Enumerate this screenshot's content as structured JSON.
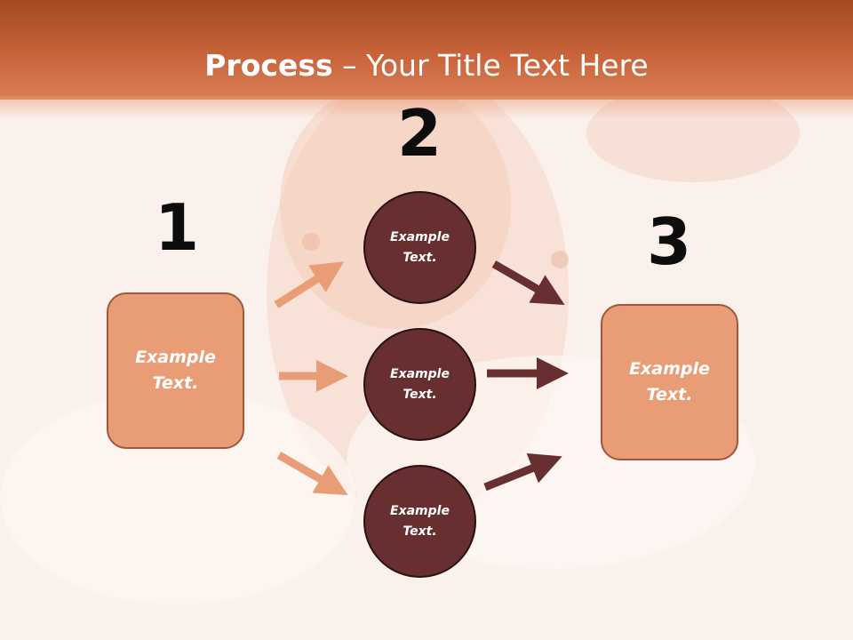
{
  "slide": {
    "title_bold": "Process",
    "title_rest": " – Your Title Text Here"
  },
  "steps": [
    {
      "number": "1",
      "box_text": "Example Text."
    },
    {
      "number": "2"
    },
    {
      "number": "3",
      "box_text": "Example Text."
    }
  ],
  "circles": [
    {
      "text": "Example Text."
    },
    {
      "text": "Example Text."
    },
    {
      "text": "Example Text."
    }
  ],
  "colors": {
    "header": "#c8633a",
    "box_fill": "#e89d77",
    "circle_fill": "#682f30",
    "arrow_light": "#e89d77",
    "arrow_dark": "#682f30"
  }
}
